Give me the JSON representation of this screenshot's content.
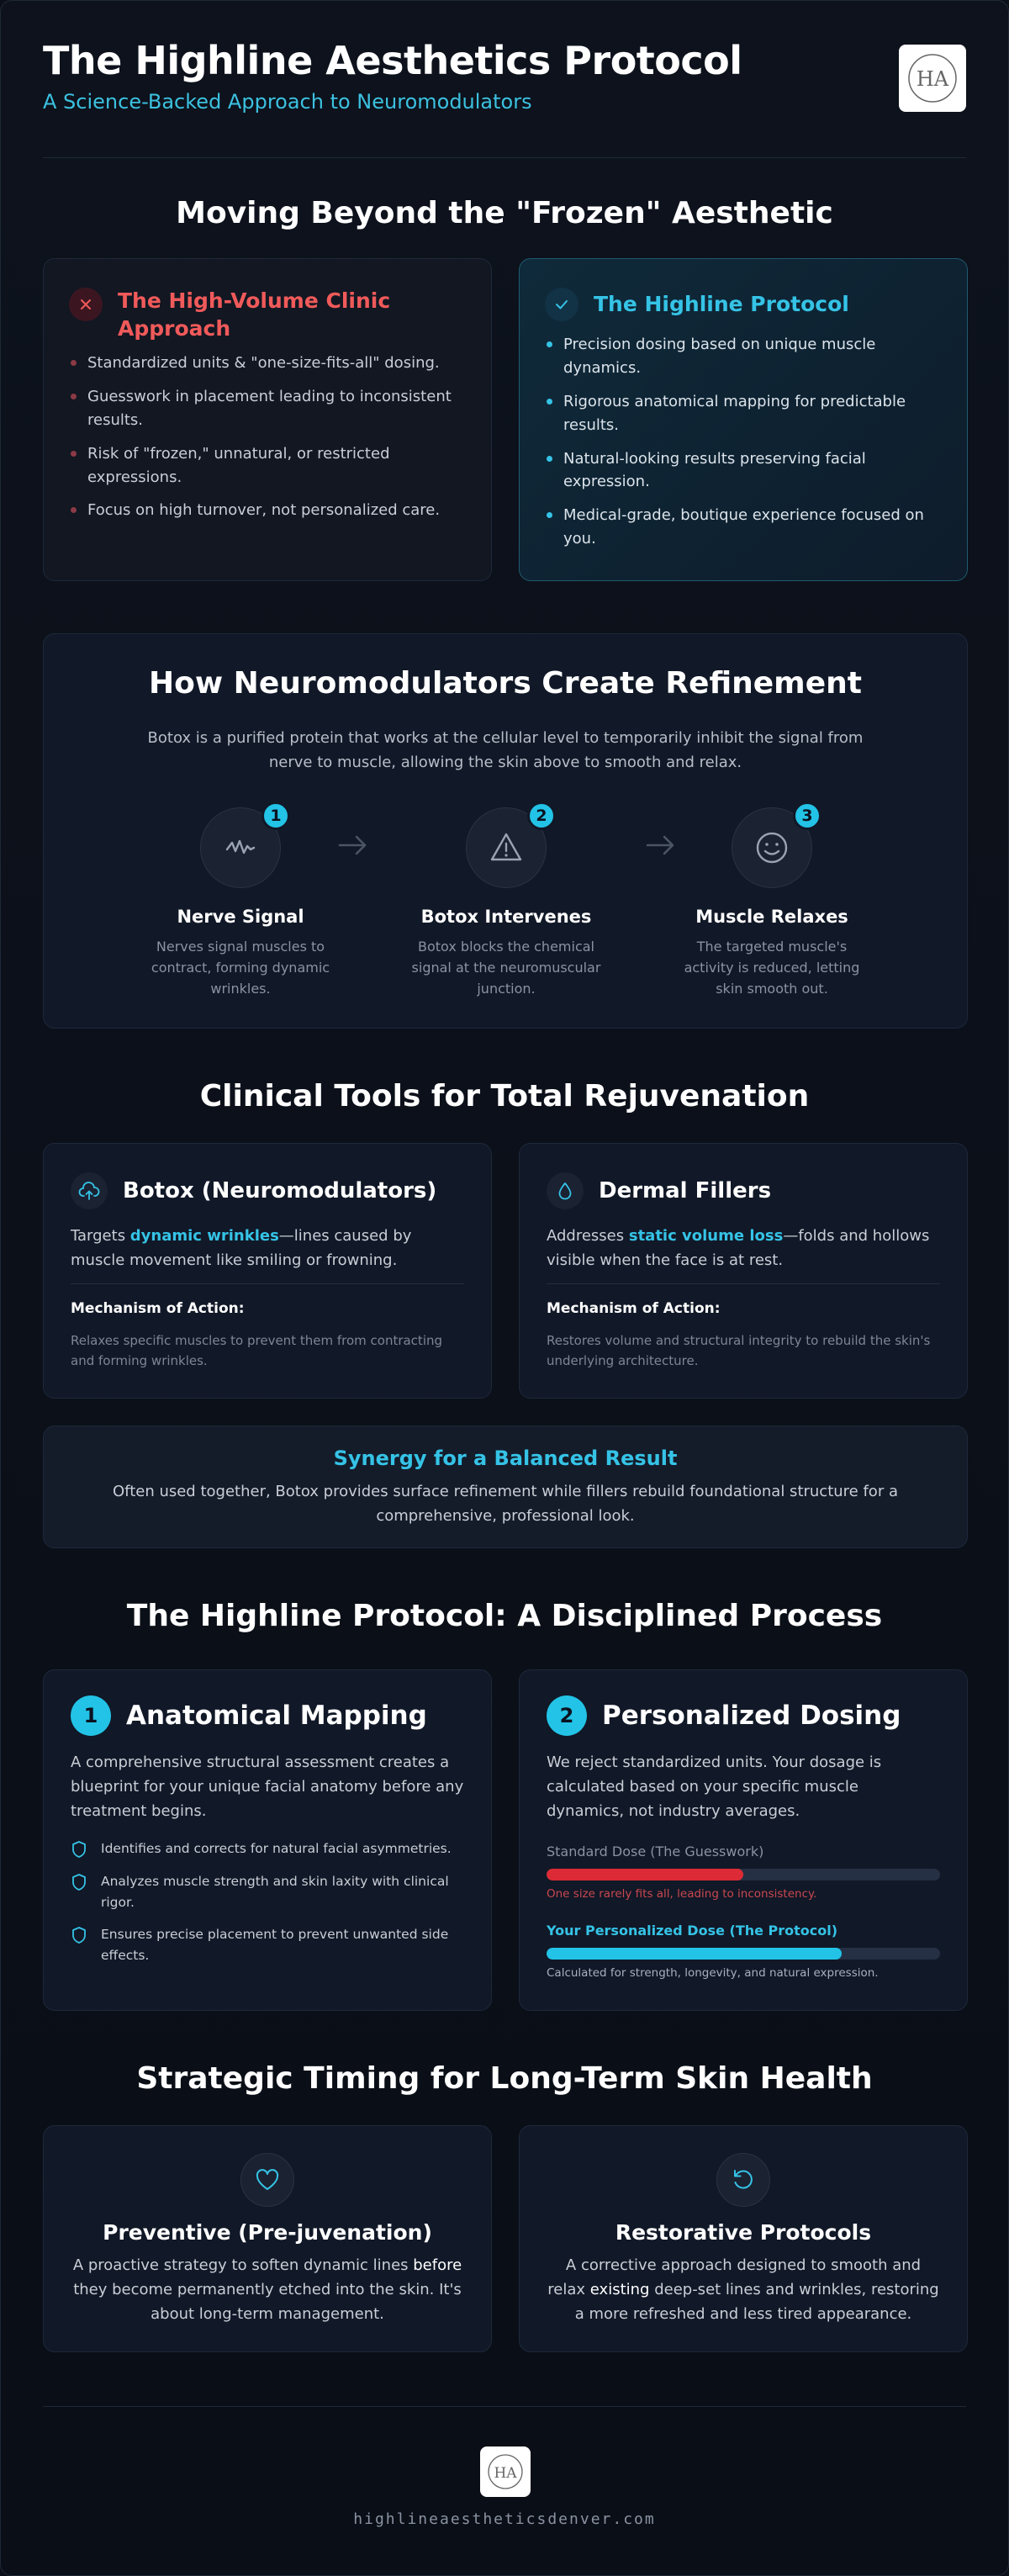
{
  "header": {
    "title": "The Highline Aesthetics Protocol",
    "subtitle": "A Science-Backed Approach to Neuromodulators",
    "logo_text": "HA"
  },
  "comparison": {
    "title": "Moving Beyond the \"Frozen\" Aesthetic",
    "clinic": {
      "title": "The High-Volume Clinic Approach",
      "items": [
        "Standardized units & \"one-size-fits-all\" dosing.",
        "Guesswork in placement leading to inconsistent results.",
        "Risk of \"frozen,\" unnatural, or restricted expressions.",
        "Focus on high turnover, not personalized care."
      ]
    },
    "highline": {
      "title": "The Highline Protocol",
      "items": [
        "Precision dosing based on unique muscle dynamics.",
        "Rigorous anatomical mapping for predictable results.",
        "Natural-looking results preserving facial expression.",
        "Medical-grade, boutique experience focused on you."
      ]
    }
  },
  "how": {
    "title": "How Neuromodulators Create Refinement",
    "description": "Botox is a purified protein that works at the cellular level to temporarily inhibit the signal from nerve to muscle, allowing the skin above to smooth and relax.",
    "steps": [
      {
        "num": "1",
        "name": "Nerve Signal",
        "desc": "Nerves signal muscles to contract, forming dynamic wrinkles.",
        "icon": "nerve-signal-icon"
      },
      {
        "num": "2",
        "name": "Botox Intervenes",
        "desc": "Botox blocks the chemical signal at the neuromuscular junction.",
        "icon": "warning-triangle-icon"
      },
      {
        "num": "3",
        "name": "Muscle Relaxes",
        "desc": "The targeted muscle's activity is reduced, letting skin smooth out.",
        "icon": "smile-icon"
      }
    ]
  },
  "tools": {
    "title": "Clinical Tools for Total Rejuvenation",
    "botox": {
      "title": "Botox (Neuromodulators)",
      "desc_pre": "Targets ",
      "desc_hl": "dynamic wrinkles",
      "desc_post": "—lines caused by muscle movement like smiling or frowning.",
      "mech_label": "Mechanism of Action:",
      "mech_desc": "Relaxes specific muscles to prevent them from contracting and forming wrinkles."
    },
    "fillers": {
      "title": "Dermal Fillers",
      "desc_pre": "Addresses ",
      "desc_hl": "static volume loss",
      "desc_post": "—folds and hollows visible when the face is at rest.",
      "mech_label": "Mechanism of Action:",
      "mech_desc": "Restores volume and structural integrity to rebuild the skin's underlying architecture."
    },
    "synergy": {
      "title": "Synergy for a Balanced Result",
      "desc": "Often used together, Botox provides surface refinement while fillers rebuild foundational structure for a comprehensive, professional look."
    }
  },
  "process": {
    "title": "The Highline Protocol: A Disciplined Process",
    "mapping": {
      "num": "1",
      "title": "Anatomical Mapping",
      "desc": "A comprehensive structural assessment creates a blueprint for your unique facial anatomy before any treatment begins.",
      "items": [
        "Identifies and corrects for natural facial asymmetries.",
        "Analyzes muscle strength and skin laxity with clinical rigor.",
        "Ensures precise placement to prevent unwanted side effects."
      ]
    },
    "dosing": {
      "num": "2",
      "title": "Personalized Dosing",
      "desc": "We reject standardized units. Your dosage is calculated based on your specific muscle dynamics, not industry averages.",
      "standard": {
        "label": "Standard Dose (The Guesswork)",
        "fill_pct": 50,
        "note": "One size rarely fits all, leading to inconsistency."
      },
      "personal": {
        "label": "Your Personalized Dose (The Protocol)",
        "fill_pct": 75,
        "note": "Calculated for strength, longevity, and natural expression."
      }
    }
  },
  "timing": {
    "title": "Strategic Timing for Long-Term Skin Health",
    "preventive": {
      "title": "Preventive (Pre-juvenation)",
      "desc_pre": "A proactive strategy to soften dynamic lines ",
      "desc_w": "before",
      "desc_post": " they become permanently etched into the skin. It's about long-term management."
    },
    "restorative": {
      "title": "Restorative Protocols",
      "desc_pre": "A corrective approach designed to smooth and relax ",
      "desc_w": "existing",
      "desc_post": " deep-set lines and wrinkles, restoring a more refreshed and less tired appearance."
    }
  },
  "footer": {
    "url": "highlineaestheticsdenver.com",
    "logo_text": "HA"
  },
  "colors": {
    "accent": "#22c3e6",
    "danger": "#dc2b36",
    "background": "#0b0f17"
  }
}
